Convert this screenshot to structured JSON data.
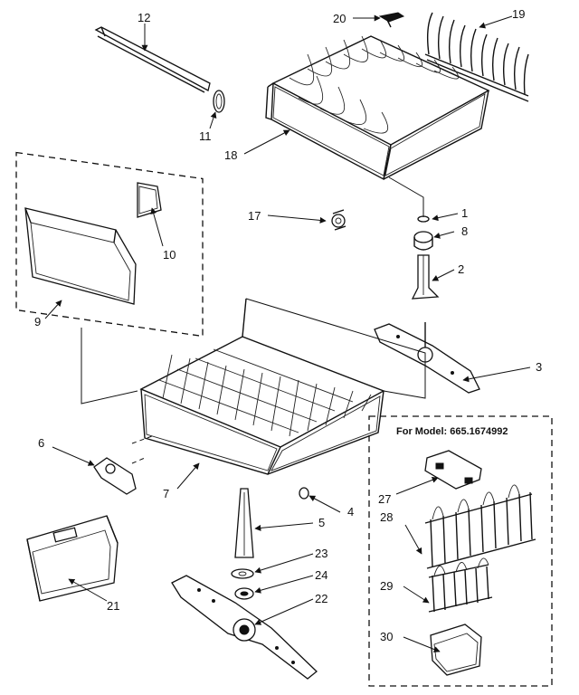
{
  "diagram": {
    "model_box_title": "For Model: 665.1674992",
    "callouts": {
      "p1": "1",
      "p2": "2",
      "p3": "3",
      "p4": "4",
      "p5": "5",
      "p6": "6",
      "p7": "7",
      "p8": "8",
      "p9": "9",
      "p10": "10",
      "p11": "11",
      "p12": "12",
      "p17": "17",
      "p18": "18",
      "p19": "19",
      "p20": "20",
      "p21": "21",
      "p22": "22",
      "p23": "23",
      "p24": "24",
      "p27": "27",
      "p28": "28",
      "p29": "29",
      "p30": "30"
    }
  }
}
